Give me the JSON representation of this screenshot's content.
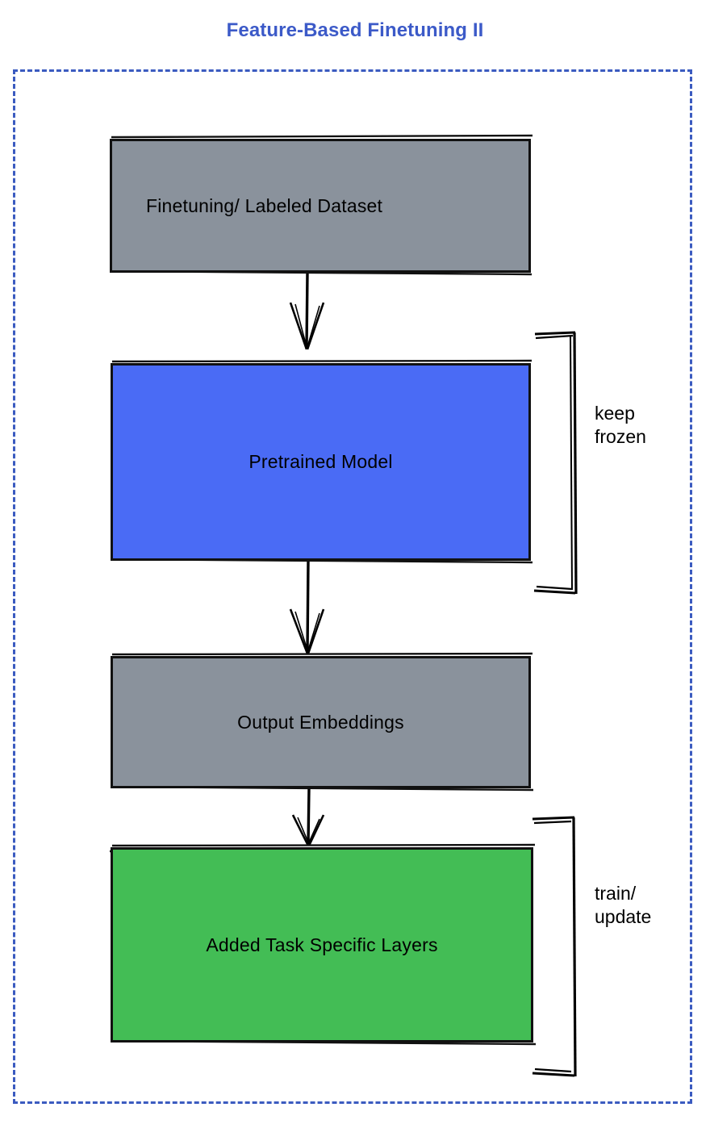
{
  "diagram": {
    "title": "Feature-Based Finetuning II",
    "title_color": "#3c5ac8",
    "frame": {
      "style": "dashed",
      "color": "#3b5bc0"
    },
    "nodes": [
      {
        "id": "dataset",
        "label": "Finetuning/ Labeled Dataset",
        "fill": "#8a929c",
        "text_color": "#000000"
      },
      {
        "id": "pretrained",
        "label": "Pretrained Model",
        "fill": "#4a6bf5",
        "text_color": "#000000"
      },
      {
        "id": "embeddings",
        "label": "Output Embeddings",
        "fill": "#8a929c",
        "text_color": "#000000"
      },
      {
        "id": "tasklayers",
        "label": "Added Task Specific Layers",
        "fill": "#43bd55",
        "text_color": "#000000"
      }
    ],
    "annotations": [
      {
        "id": "keep-frozen",
        "label": "keep\nfrozen",
        "targets": "pretrained"
      },
      {
        "id": "train-update",
        "label": "train/\nupdate",
        "targets": "tasklayers"
      }
    ],
    "edges": [
      {
        "from": "dataset",
        "to": "pretrained",
        "arrow": "down"
      },
      {
        "from": "pretrained",
        "to": "embeddings",
        "arrow": "down"
      },
      {
        "from": "embeddings",
        "to": "tasklayers",
        "arrow": "down"
      }
    ]
  }
}
